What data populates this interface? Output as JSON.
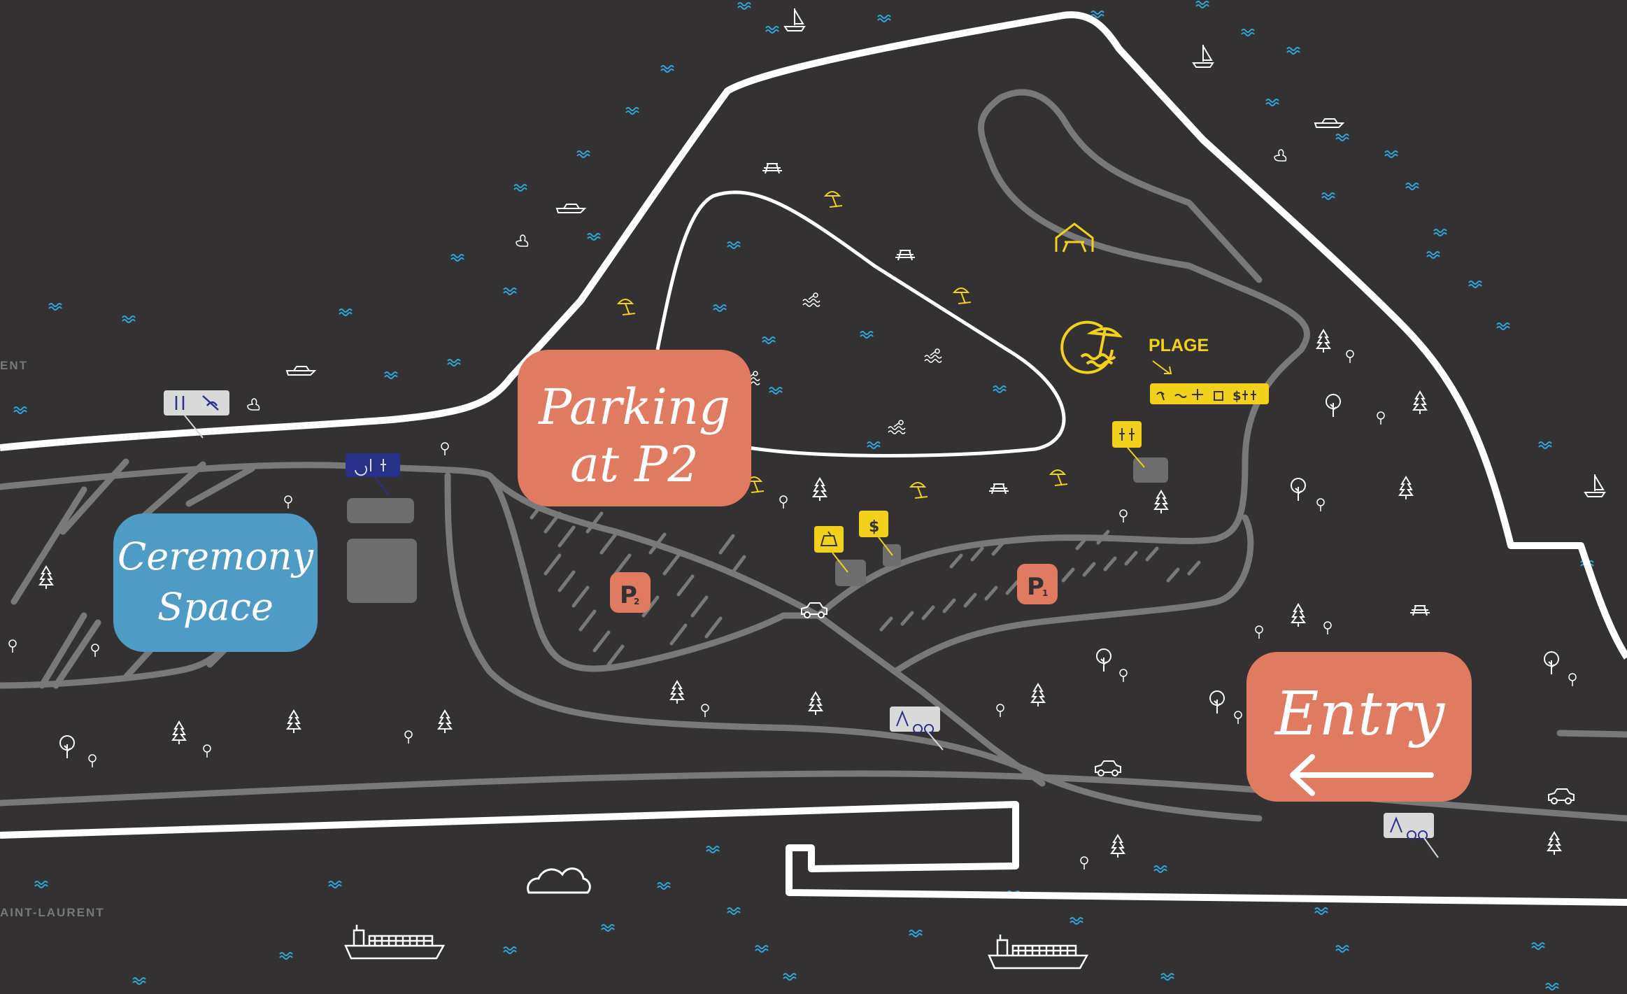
{
  "map": {
    "labels": {
      "parking_line1": "Parking",
      "parking_line2": "at P2",
      "ceremony_line1": "Ceremony",
      "ceremony_line2": "Space",
      "entry": "Entry",
      "plage": "PLAGE",
      "p1": "P",
      "p1_sub": "1",
      "p2": "P",
      "p2_sub": "2",
      "dollar": "$",
      "left_edge_top": "ENT",
      "left_edge_bottom": "AINT-LAURENT"
    },
    "colors": {
      "background": "#333132",
      "coastline": "#ffffff",
      "trail": "#7a797a",
      "parking_badge": "#e07b62",
      "ceremony_badge": "#4e9cc6",
      "entry_badge": "#e07b62",
      "poi_yellow": "#f2d11a",
      "water_wave": "#2fa6d8",
      "info_blue": "#27318a"
    },
    "icons": [
      "sailboat-icon",
      "boat-icon",
      "duck-icon",
      "tree-icon",
      "pine-icon",
      "picnic-table-icon",
      "umbrella-icon",
      "swim-icon",
      "car-icon",
      "cargo-ship-icon",
      "cloud-icon",
      "arrow-left-icon",
      "beach-icon",
      "shelter-icon"
    ]
  }
}
